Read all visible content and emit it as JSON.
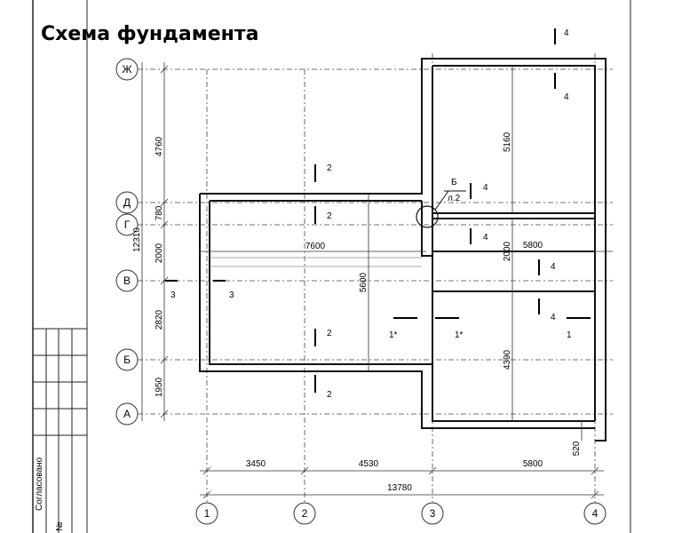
{
  "title": "Схема фундамента",
  "axes": {
    "rows": [
      "Ж",
      "Д",
      "Г",
      "В",
      "Б",
      "А"
    ],
    "cols": [
      "1",
      "2",
      "3",
      "4"
    ]
  },
  "dimensions": {
    "left_col": [
      "4760",
      "780",
      "2000",
      "2820",
      "1950"
    ],
    "left_total": "12310",
    "bottom_segments": [
      "3450",
      "4530",
      "5800"
    ],
    "bottom_total": "13780",
    "interior": [
      "7600",
      "5600",
      "2000",
      "5800",
      "5160",
      "4390",
      "520"
    ]
  },
  "node_callout": {
    "label": "Б",
    "sheet": "л.2"
  },
  "sections": [
    "4",
    "4",
    "4",
    "4",
    "4",
    "4",
    "2",
    "2",
    "2",
    "2",
    "3",
    "3",
    "1*",
    "1*",
    "1"
  ],
  "side_stamp": {
    "agreed": "Согласовано",
    "number": "№"
  }
}
